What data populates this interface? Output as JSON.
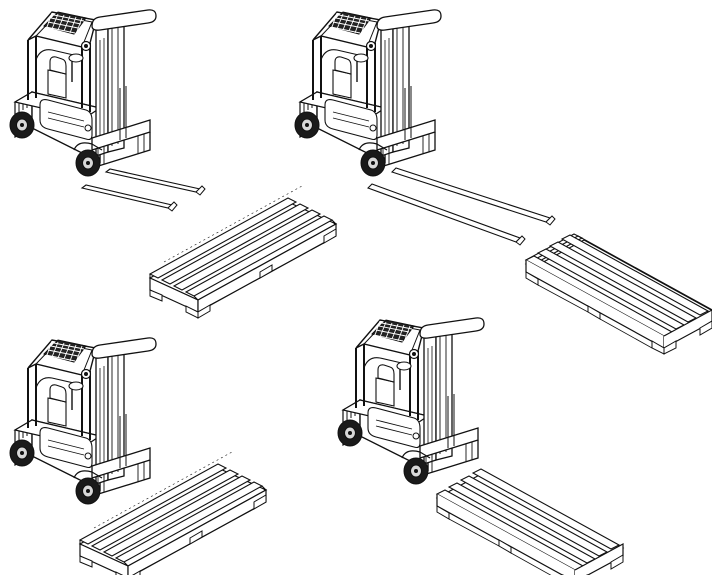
{
  "colors": {
    "ink": "#111111",
    "paper": "#ffffff",
    "tire": "#1a1a1a",
    "hubcap": "#d8d8d8"
  },
  "panels": [
    {
      "name": "forklift-forks-short"
    },
    {
      "name": "forklift-forks-long"
    },
    {
      "name": "forklift-fork-under-pallet"
    },
    {
      "name": "forklift-fork-under-pallet-2"
    }
  ]
}
